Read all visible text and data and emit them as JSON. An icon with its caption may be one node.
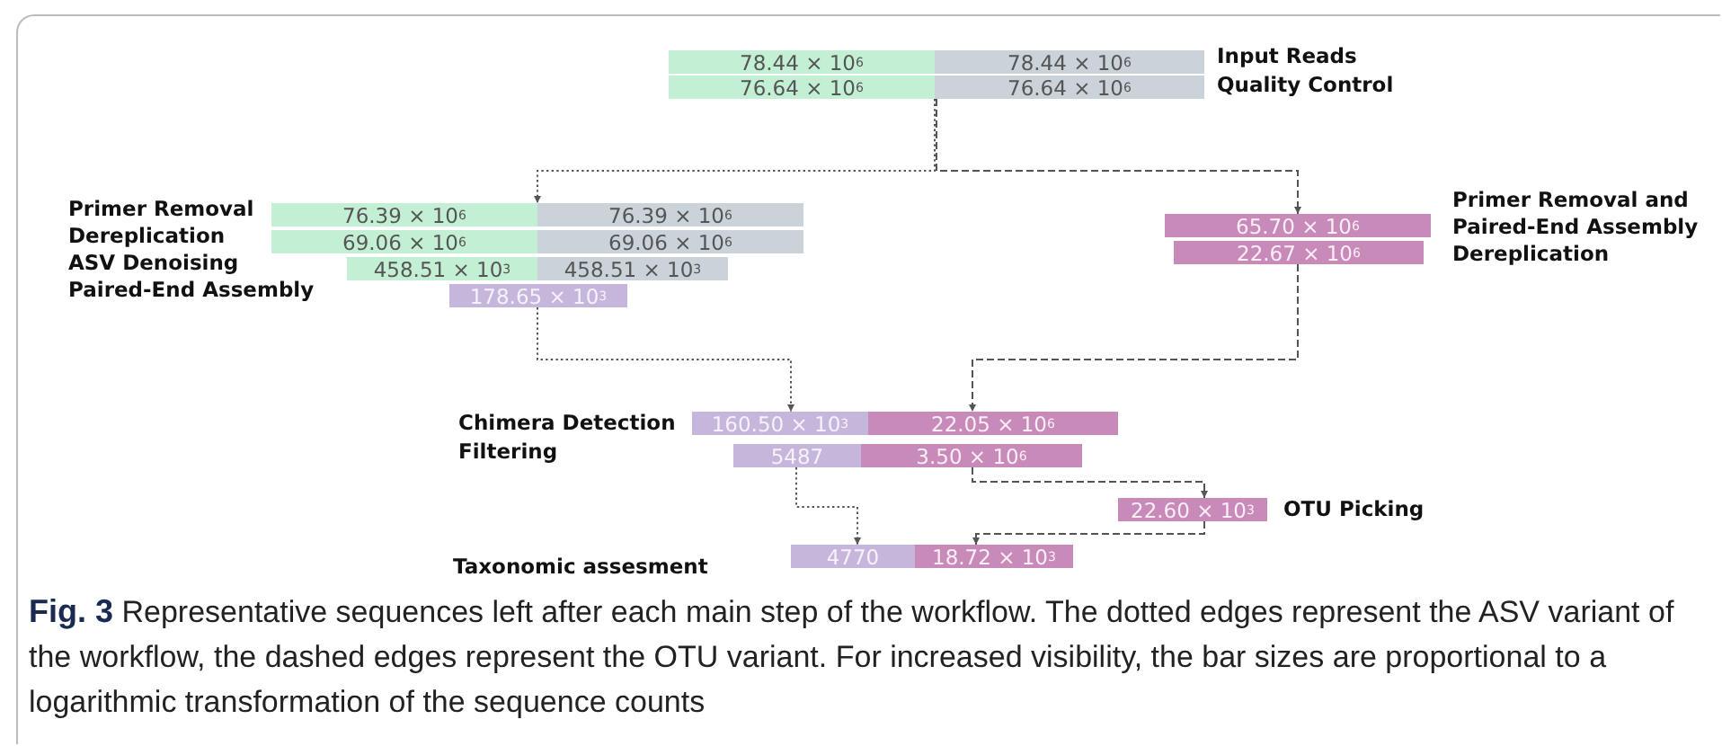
{
  "diagram": {
    "caption": "**Fig. 3** Representative sequences left after each main step of the workflow. The dotted edges represent the ASV variant of the workflow, the dashed edges represent the OTU variant. For increased visibility, the bar sizes are proportional to a logarithmic transformation of the sequence counts",
    "nodes": [
      {
        "text": [
          "78.44 × 10$^{6}$"
        ]
      },
      {
        "text": [
          "78.44 × 10$^{6}$"
        ]
      },
      {
        "text": [
          "76.64 × 10$^{6}$"
        ]
      },
      {
        "text": [
          "76.64 × 10$^{6}$"
        ]
      },
      {
        "text": [
          "76.39 × 10$^{6}$"
        ]
      },
      {
        "text": [
          "76.39 × 10$^{6}$"
        ]
      },
      {
        "text": [
          "69.06 × 10$^{6}$"
        ]
      },
      {
        "text": [
          "69.06 × 10$^{6}$"
        ]
      },
      {
        "text": [
          "458.51 × 10$^{3}$"
        ]
      },
      {
        "text": [
          "458.51 × 10$^{3}$"
        ]
      },
      {
        "text": [
          "178.65 × 10$^{3}$"
        ]
      },
      {
        "text": [
          "65.70 × 10$^{6}$"
        ]
      },
      {
        "text": [
          "22.67 × 10$^{6}$"
        ]
      },
      {
        "text": [
          "160.50 × 10$^{3}$"
        ]
      },
      {
        "text": [
          "22.05 × 10$^{6}$"
        ]
      },
      {
        "text": [
          "5487"
        ]
      },
      {
        "text": [
          "3.50 × 10$^{6}$"
        ]
      },
      {
        "text": [
          "22.60 × 10$^{3}$"
        ]
      },
      {
        "text": [
          "4770"
        ]
      },
      {
        "text": [
          "18.72 × 10$^{3}$"
        ]
      }
    ],
    "edges": [
      {
        "from": 2,
        "to": 4,
        "arrow": "to"
      },
      {
        "from": 3,
        "to": 11,
        "arrow": "to",
        "style": "dashed"
      },
      {
        "from": 10,
        "to": 13,
        "arrow": "to"
      },
      {
        "from": 12,
        "to": 14,
        "arrow": "to",
        "style": "dashed"
      },
      {
        "from": 15,
        "to": 18,
        "arrow": "to"
      },
      {
        "from": 16,
        "to": 17,
        "arrow": "to",
        "style": "dashed"
      },
      {
        "from": 17,
        "to": 19,
        "arrow": "to",
        "style": "dashed"
      }
    ],
    "labels": [
      "Input Reads",
      "Quality Control",
      "Primer Removal",
      "Dereplication",
      "ASV Denoising",
      "Paired-End Assembly",
      "Primer Removal and Paired-End Assembly",
      "Dereplication",
      "Chimera Detection",
      "Filtering",
      "OTU Picking",
      "Taxonomic assesment"
    ]
  }
}
